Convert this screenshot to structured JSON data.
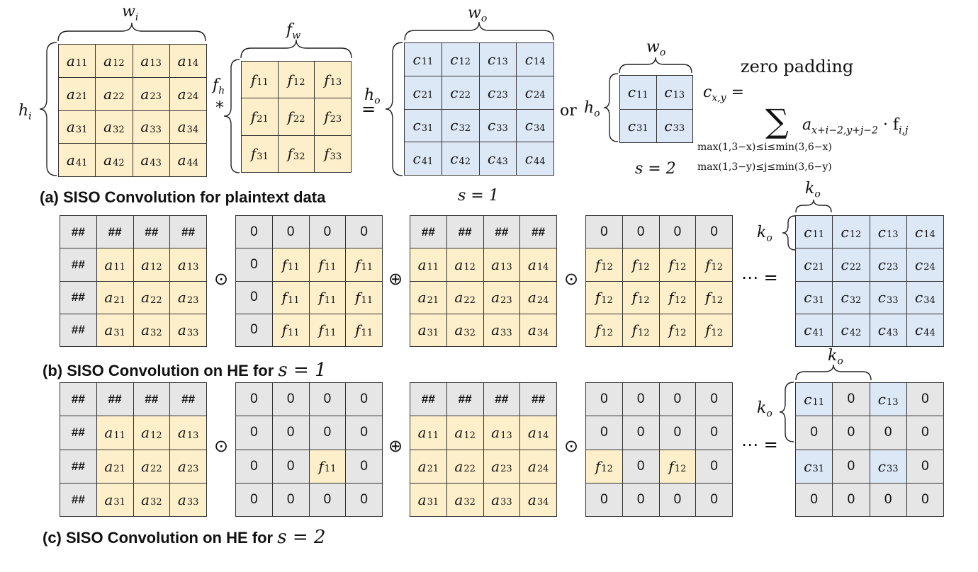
{
  "captions": {
    "a": "(a) SISO Convolution for plaintext data",
    "b": "(b) SISO Convolution on HE for",
    "b_param": "s = 1",
    "c": "(c) SISO Convolution on HE for",
    "c_param": "s = 2"
  },
  "labels": {
    "wi": "w",
    "wi_sub": "i",
    "hi": "h",
    "hi_sub": "i",
    "fw": "f",
    "fw_sub": "w",
    "fh": "f",
    "fh_sub": "h",
    "wo": "w",
    "wo_sub": "o",
    "ho": "h",
    "ho_sub": "o",
    "ko": "k",
    "ko_sub": "o",
    "s1": "s = 1",
    "s2": "s = 2",
    "star": "*",
    "equals": "=",
    "or": "or",
    "zero_padding": "zero padding",
    "cxy": "c",
    "cxy_sub": "x,y",
    "cxy_eq": "=",
    "sum_term": "a",
    "sum_term_sub": "x+i−2,y+j−2",
    "sum_mult": "· f",
    "sum_mult_sub": "i,j",
    "sum_symbol": "∑",
    "range_i": "max(1,3−x)≤i≤min(3,6−x)",
    "range_j": "max(1,3−y)≤j≤min(3,6−y)",
    "odot": "⊙",
    "oplus": "⊕",
    "dots": "⋯ ="
  },
  "matrices": {
    "A": {
      "cells": [
        [
          "a,11",
          "a,12",
          "a,13",
          "a,14"
        ],
        [
          "a,21",
          "a,22",
          "a,23",
          "a,24"
        ],
        [
          "a,31",
          "a,32",
          "a,33",
          "a,34"
        ],
        [
          "a,41",
          "a,42",
          "a,43",
          "a,44"
        ]
      ],
      "bg": [
        [
          "y",
          "y",
          "y",
          "y"
        ],
        [
          "y",
          "y",
          "y",
          "y"
        ],
        [
          "y",
          "y",
          "y",
          "y"
        ],
        [
          "y",
          "y",
          "y",
          "y"
        ]
      ]
    },
    "F": {
      "cells": [
        [
          "f,11",
          "f,12",
          "f,13"
        ],
        [
          "f,21",
          "f,22",
          "f,23"
        ],
        [
          "f,31",
          "f,32",
          "f,33"
        ]
      ],
      "bg": [
        [
          "y",
          "y",
          "y"
        ],
        [
          "y",
          "y",
          "y"
        ],
        [
          "y",
          "y",
          "y"
        ]
      ]
    },
    "C": {
      "cells": [
        [
          "c,11",
          "c,12",
          "c,13",
          "c,14"
        ],
        [
          "c,21",
          "c,22",
          "c,23",
          "c,24"
        ],
        [
          "c,31",
          "c,32",
          "c,33",
          "c,34"
        ],
        [
          "c,41",
          "c,42",
          "c,43",
          "c,44"
        ]
      ],
      "bg": [
        [
          "b",
          "b",
          "b",
          "b"
        ],
        [
          "b",
          "b",
          "b",
          "b"
        ],
        [
          "b",
          "b",
          "b",
          "b"
        ],
        [
          "b",
          "b",
          "b",
          "b"
        ]
      ]
    },
    "C2": {
      "cells": [
        [
          "c,11",
          "c,13"
        ],
        [
          "c,31",
          "c,33"
        ]
      ],
      "bg": [
        [
          "b",
          "b"
        ],
        [
          "b",
          "b"
        ]
      ]
    },
    "B1": {
      "cells": [
        [
          "##",
          "##",
          "##",
          "##"
        ],
        [
          "##",
          "a,11",
          "a,12",
          "a,13"
        ],
        [
          "##",
          "a,21",
          "a,22",
          "a,23"
        ],
        [
          "##",
          "a,31",
          "a,32",
          "a,33"
        ]
      ],
      "bg": [
        [
          "g",
          "g",
          "g",
          "g"
        ],
        [
          "g",
          "y",
          "y",
          "y"
        ],
        [
          "g",
          "y",
          "y",
          "y"
        ],
        [
          "g",
          "y",
          "y",
          "y"
        ]
      ]
    },
    "B2": {
      "cells": [
        [
          "0",
          "0",
          "0",
          "0"
        ],
        [
          "0",
          "f,11",
          "f,11",
          "f,11"
        ],
        [
          "0",
          "f,11",
          "f,11",
          "f,11"
        ],
        [
          "0",
          "f,11",
          "f,11",
          "f,11"
        ]
      ],
      "bg": [
        [
          "g",
          "g",
          "g",
          "g"
        ],
        [
          "g",
          "y",
          "y",
          "y"
        ],
        [
          "g",
          "y",
          "y",
          "y"
        ],
        [
          "g",
          "y",
          "y",
          "y"
        ]
      ]
    },
    "B3": {
      "cells": [
        [
          "##",
          "##",
          "##",
          "##"
        ],
        [
          "a,11",
          "a,12",
          "a,13",
          "a,14"
        ],
        [
          "a,21",
          "a,22",
          "a,23",
          "a,24"
        ],
        [
          "a,31",
          "a,32",
          "a,33",
          "a,34"
        ]
      ],
      "bg": [
        [
          "g",
          "g",
          "g",
          "g"
        ],
        [
          "y",
          "y",
          "y",
          "y"
        ],
        [
          "y",
          "y",
          "y",
          "y"
        ],
        [
          "y",
          "y",
          "y",
          "y"
        ]
      ]
    },
    "B4": {
      "cells": [
        [
          "0",
          "0",
          "0",
          "0"
        ],
        [
          "f,12",
          "f,12",
          "f,12",
          "f,12"
        ],
        [
          "f,12",
          "f,12",
          "f,12",
          "f,12"
        ],
        [
          "f,12",
          "f,12",
          "f,12",
          "f,12"
        ]
      ],
      "bg": [
        [
          "g",
          "g",
          "g",
          "g"
        ],
        [
          "y",
          "y",
          "y",
          "y"
        ],
        [
          "y",
          "y",
          "y",
          "y"
        ],
        [
          "y",
          "y",
          "y",
          "y"
        ]
      ]
    },
    "B5": {
      "cells": [
        [
          "c,11",
          "c,12",
          "c,13",
          "c,14"
        ],
        [
          "c,21",
          "c,22",
          "c,23",
          "c,24"
        ],
        [
          "c,31",
          "c,32",
          "c,33",
          "c,34"
        ],
        [
          "c,41",
          "c,42",
          "c,43",
          "c,44"
        ]
      ],
      "bg": [
        [
          "b",
          "b",
          "b",
          "b"
        ],
        [
          "b",
          "b",
          "b",
          "b"
        ],
        [
          "b",
          "b",
          "b",
          "b"
        ],
        [
          "b",
          "b",
          "b",
          "b"
        ]
      ]
    },
    "D1": {
      "cells": [
        [
          "##",
          "##",
          "##",
          "##"
        ],
        [
          "##",
          "a,11",
          "a,12",
          "a,13"
        ],
        [
          "##",
          "a,21",
          "a,22",
          "a,23"
        ],
        [
          "##",
          "a,31",
          "a,32",
          "a,33"
        ]
      ],
      "bg": [
        [
          "g",
          "g",
          "g",
          "g"
        ],
        [
          "g",
          "y",
          "y",
          "y"
        ],
        [
          "g",
          "y",
          "y",
          "y"
        ],
        [
          "g",
          "y",
          "y",
          "y"
        ]
      ]
    },
    "D2": {
      "cells": [
        [
          "0",
          "0",
          "0",
          "0"
        ],
        [
          "0",
          "0",
          "0",
          "0"
        ],
        [
          "0",
          "0",
          "f,11",
          "0"
        ],
        [
          "0",
          "0",
          "0",
          "0"
        ]
      ],
      "bg": [
        [
          "g",
          "g",
          "g",
          "g"
        ],
        [
          "g",
          "g",
          "g",
          "g"
        ],
        [
          "g",
          "g",
          "y",
          "g"
        ],
        [
          "g",
          "g",
          "g",
          "g"
        ]
      ]
    },
    "D3": {
      "cells": [
        [
          "##",
          "##",
          "##",
          "##"
        ],
        [
          "a,11",
          "a,12",
          "a,13",
          "a,14"
        ],
        [
          "a,21",
          "a,22",
          "a,23",
          "a,24"
        ],
        [
          "a,31",
          "a,32",
          "a,33",
          "a,34"
        ]
      ],
      "bg": [
        [
          "g",
          "g",
          "g",
          "g"
        ],
        [
          "y",
          "y",
          "y",
          "y"
        ],
        [
          "y",
          "y",
          "y",
          "y"
        ],
        [
          "y",
          "y",
          "y",
          "y"
        ]
      ]
    },
    "D4": {
      "cells": [
        [
          "0",
          "0",
          "0",
          "0"
        ],
        [
          "0",
          "0",
          "0",
          "0"
        ],
        [
          "f,12",
          "0",
          "f,12",
          "0"
        ],
        [
          "0",
          "0",
          "0",
          "0"
        ]
      ],
      "bg": [
        [
          "g",
          "g",
          "g",
          "g"
        ],
        [
          "g",
          "g",
          "g",
          "g"
        ],
        [
          "y",
          "g",
          "y",
          "g"
        ],
        [
          "g",
          "g",
          "g",
          "g"
        ]
      ]
    },
    "D5": {
      "cells": [
        [
          "c,11",
          "0",
          "c,13",
          "0"
        ],
        [
          "0",
          "0",
          "0",
          "0"
        ],
        [
          "c,31",
          "0",
          "c,33",
          "0"
        ],
        [
          "0",
          "0",
          "0",
          "0"
        ]
      ],
      "bg": [
        [
          "b",
          "g",
          "b",
          "g"
        ],
        [
          "g",
          "g",
          "g",
          "g"
        ],
        [
          "b",
          "g",
          "b",
          "g"
        ],
        [
          "g",
          "g",
          "g",
          "g"
        ]
      ]
    }
  }
}
